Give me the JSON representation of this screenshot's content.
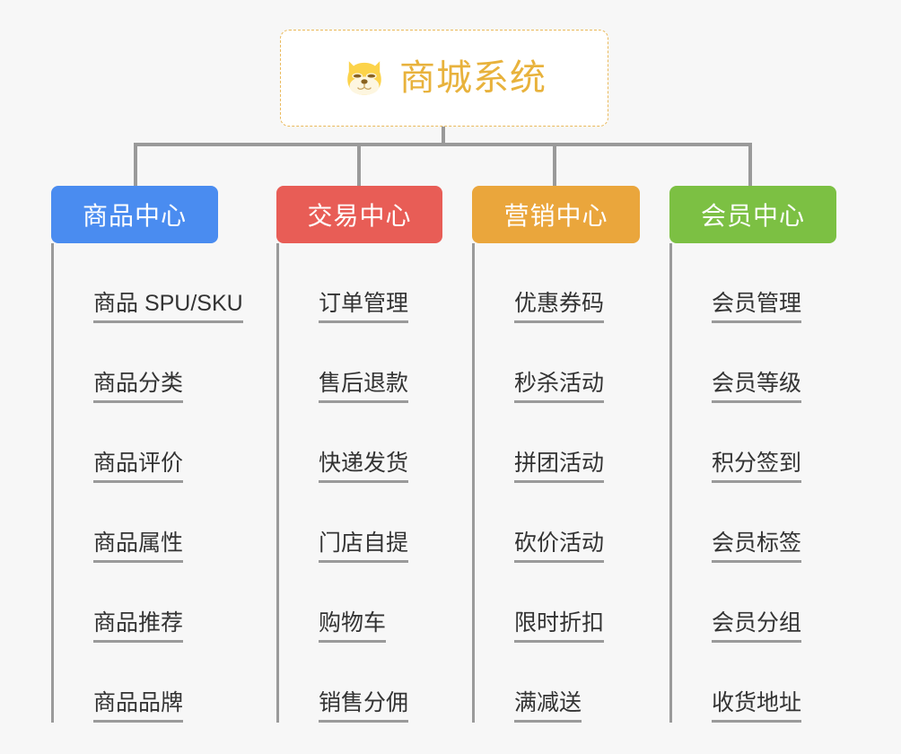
{
  "page": {
    "background_color": "#f7f7f7",
    "line_color": "#9a9a9a",
    "leaf_text_color": "#333333"
  },
  "root": {
    "title": "商城系统",
    "icon": "shiba-dog-icon",
    "title_color": "#e8b23c",
    "border_color": "#eab95b",
    "background_color": "#ffffff"
  },
  "branches": [
    {
      "label": "商品中心",
      "color": "#4a8cf0",
      "items": [
        "商品 SPU/SKU",
        "商品分类",
        "商品评价",
        "商品属性",
        "商品推荐",
        "商品品牌"
      ]
    },
    {
      "label": "交易中心",
      "color": "#e85d56",
      "items": [
        "订单管理",
        "售后退款",
        "快递发货",
        "门店自提",
        "购物车",
        "销售分佣"
      ]
    },
    {
      "label": "营销中心",
      "color": "#eaa63c",
      "items": [
        "优惠券码",
        "秒杀活动",
        "拼团活动",
        "砍价活动",
        "限时折扣",
        "满减送"
      ]
    },
    {
      "label": "会员中心",
      "color": "#7cc043",
      "items": [
        "会员管理",
        "会员等级",
        "积分签到",
        "会员标签",
        "会员分组",
        "收货地址"
      ]
    }
  ]
}
